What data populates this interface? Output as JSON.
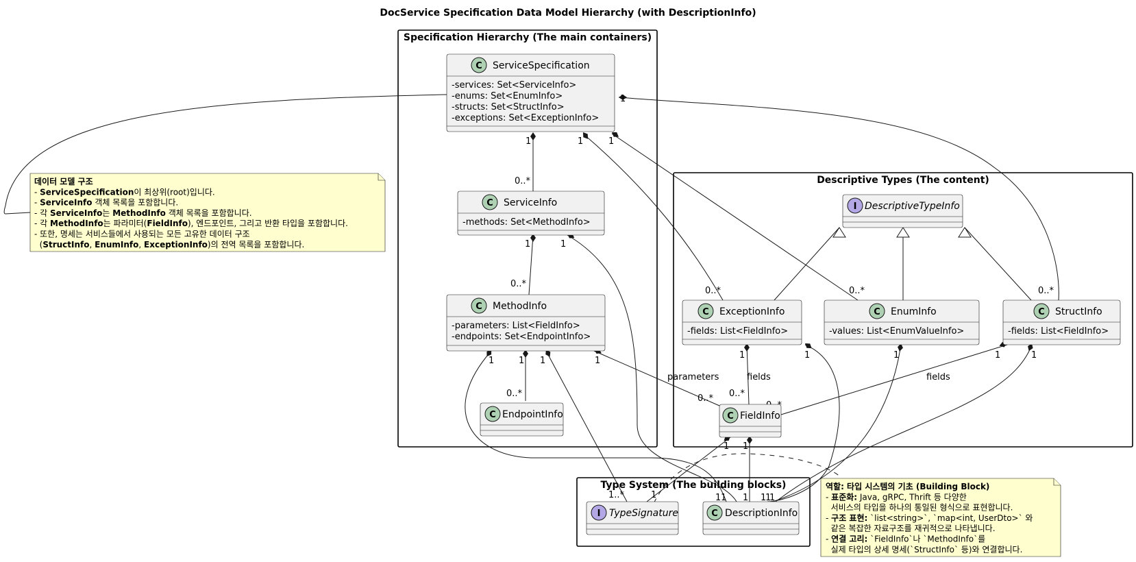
{
  "title": "DocService Specification Data Model Hierarchy (with DescriptionInfo)",
  "packages": {
    "hierarchy": "Specification Hierarchy (The main containers)",
    "descriptive": "Descriptive Types (The content)",
    "typesystem": "Type System (The building blocks)"
  },
  "classes": {
    "service_specification": {
      "stereotype": "C",
      "name": "ServiceSpecification",
      "fields": [
        "-services: Set<ServiceInfo>",
        "-enums: Set<EnumInfo>",
        "-structs: Set<StructInfo>",
        "-exceptions: Set<ExceptionInfo>"
      ]
    },
    "service_info": {
      "stereotype": "C",
      "name": "ServiceInfo",
      "fields": [
        "-methods: Set<MethodInfo>"
      ]
    },
    "method_info": {
      "stereotype": "C",
      "name": "MethodInfo",
      "fields": [
        "-parameters: List<FieldInfo>",
        "-endpoints: Set<EndpointInfo>"
      ]
    },
    "endpoint_info": {
      "stereotype": "C",
      "name": "EndpointInfo"
    },
    "descriptive_type_info": {
      "stereotype": "I",
      "name": "DescriptiveTypeInfo"
    },
    "exception_info": {
      "stereotype": "C",
      "name": "ExceptionInfo",
      "fields": [
        "-fields: List<FieldInfo>"
      ]
    },
    "enum_info": {
      "stereotype": "C",
      "name": "EnumInfo",
      "fields": [
        "-values: List<EnumValueInfo>"
      ]
    },
    "struct_info": {
      "stereotype": "C",
      "name": "StructInfo",
      "fields": [
        "-fields: List<FieldInfo>"
      ]
    },
    "field_info": {
      "stereotype": "C",
      "name": "FieldInfo"
    },
    "type_signature": {
      "stereotype": "I",
      "name": "TypeSignature"
    },
    "description_info": {
      "stereotype": "C",
      "name": "DescriptionInfo"
    }
  },
  "relations": {
    "ss_si": [
      "1",
      "0..*"
    ],
    "ss_ex": [
      "1",
      "0..*"
    ],
    "ss_en": [
      "1",
      "0..*"
    ],
    "ss_st": [
      "1",
      "0..*"
    ],
    "si_mi": [
      "1",
      "0..*"
    ],
    "si_di": [
      "1",
      "1"
    ],
    "mi_ei": [
      "1",
      "0..*"
    ],
    "mi_fi": [
      "1",
      "0..*"
    ],
    "mi_fi_label": "parameters",
    "mi_ts": [
      "1",
      "1..*"
    ],
    "mi_di": [
      "1",
      "1"
    ],
    "ex_fi": [
      "1",
      "0..*"
    ],
    "ex_fi_label": "fields",
    "st_fi": [
      "1",
      "0..*"
    ],
    "st_fi_label": "fields",
    "ex_di": [
      "1",
      "1"
    ],
    "en_di": [
      "1",
      "1"
    ],
    "st_di": [
      "1",
      "1"
    ],
    "fi_ts": [
      "1",
      "1"
    ],
    "fi_di": [
      "1",
      "1"
    ]
  },
  "notes": {
    "left": {
      "lines": [
        [
          {
            "t": "데이터 모델 구조",
            "b": true
          }
        ],
        [
          {
            "t": "- "
          },
          {
            "t": "ServiceSpecification",
            "b": true
          },
          {
            "t": "이 최상위(root)입니다."
          }
        ],
        [
          {
            "t": "- "
          },
          {
            "t": "ServiceInfo",
            "b": true
          },
          {
            "t": " 객체 목록을 포함합니다."
          }
        ],
        [
          {
            "t": "- 각 "
          },
          {
            "t": "ServiceInfo",
            "b": true
          },
          {
            "t": "는 "
          },
          {
            "t": "MethodInfo",
            "b": true
          },
          {
            "t": " 객체 목록을 포함합니다."
          }
        ],
        [
          {
            "t": "- 각 "
          },
          {
            "t": "MethodInfo",
            "b": true
          },
          {
            "t": "는 파라미터("
          },
          {
            "t": "FieldInfo",
            "b": true
          },
          {
            "t": "), 엔드포인트, 그리고 반환 타입을 포함합니다."
          }
        ],
        [
          {
            "t": "- 또한, 명세는 서비스들에서 사용되는 모든 고유한 데이터 구조"
          }
        ],
        [
          {
            "t": "  ("
          },
          {
            "t": "StructInfo",
            "b": true
          },
          {
            "t": ", "
          },
          {
            "t": "EnumInfo",
            "b": true
          },
          {
            "t": ", "
          },
          {
            "t": "ExceptionInfo",
            "b": true
          },
          {
            "t": ")의 전역 목록을 포함합니다."
          }
        ]
      ]
    },
    "right": {
      "lines": [
        [
          {
            "t": "역할: 타입 시스템의 기초 (Building Block)",
            "b": true
          }
        ],
        [
          {
            "t": "- "
          },
          {
            "t": "표준화:",
            "b": true
          },
          {
            "t": " Java, gRPC, Thrift 등 다양한"
          }
        ],
        [
          {
            "t": "  서비스의 타입을 하나의 통일된 형식으로 표현합니다."
          }
        ],
        [
          {
            "t": "- "
          },
          {
            "t": "구조 표현:",
            "b": true
          },
          {
            "t": " `list<string>`, `map<int, UserDto>` 와"
          }
        ],
        [
          {
            "t": "  같은 복잡한 자료구조를 재귀적으로 나타냅니다."
          }
        ],
        [
          {
            "t": "- "
          },
          {
            "t": "연결 고리:",
            "b": true
          },
          {
            "t": " `FieldInfo`나 `MethodInfo`를"
          }
        ],
        [
          {
            "t": "  실제 타입의 상세 명세(`StructInfo` 등)와 연결합니다."
          }
        ]
      ]
    }
  },
  "colors": {
    "class_fill": "#f1f1f1",
    "circle_c": "#add1b2",
    "circle_i": "#b4a7e5",
    "note_fill": "#fefece",
    "stroke": "#181818"
  }
}
